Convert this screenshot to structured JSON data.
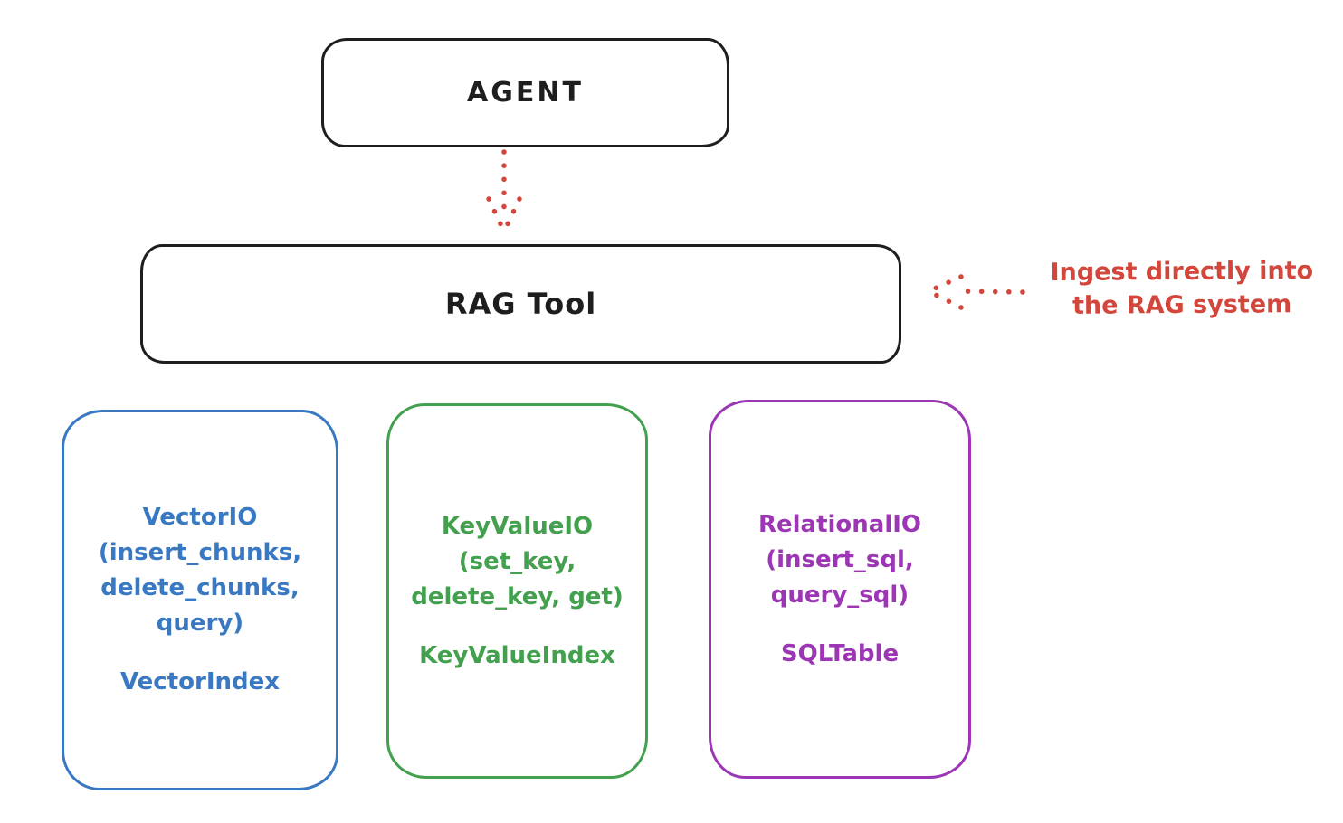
{
  "canvas": {
    "background": "#ffffff"
  },
  "colors": {
    "ink": "#1e1e1e",
    "red": "#d2463c",
    "blue": "#3978c2",
    "green": "#43a04e",
    "purple": "#9c36b5"
  },
  "nodes": {
    "agent": {
      "label": "AGENT"
    },
    "rag_tool": {
      "label": "RAG Tool"
    }
  },
  "annotation": {
    "text": "Ingest directly into\nthe RAG system"
  },
  "arrows": [
    {
      "name": "agent-to-rag-tool",
      "style": "dotted",
      "color": "#d2463c",
      "direction": "down"
    },
    {
      "name": "ingest-into-rag-system",
      "style": "dotted",
      "color": "#d2463c",
      "direction": "left"
    }
  ],
  "cards": [
    {
      "name": "VectorIO",
      "methods": "(insert_chunks,\ndelete_chunks,\nquery)",
      "index": "VectorIndex",
      "color": "#3978c2"
    },
    {
      "name": "KeyValueIO",
      "methods": "(set_key,\ndelete_key, get)",
      "index": "KeyValueIndex",
      "color": "#43a04e"
    },
    {
      "name": "RelationalIO",
      "methods": "(insert_sql,\nquery_sql)",
      "index": "SQLTable",
      "color": "#9c36b5"
    }
  ]
}
